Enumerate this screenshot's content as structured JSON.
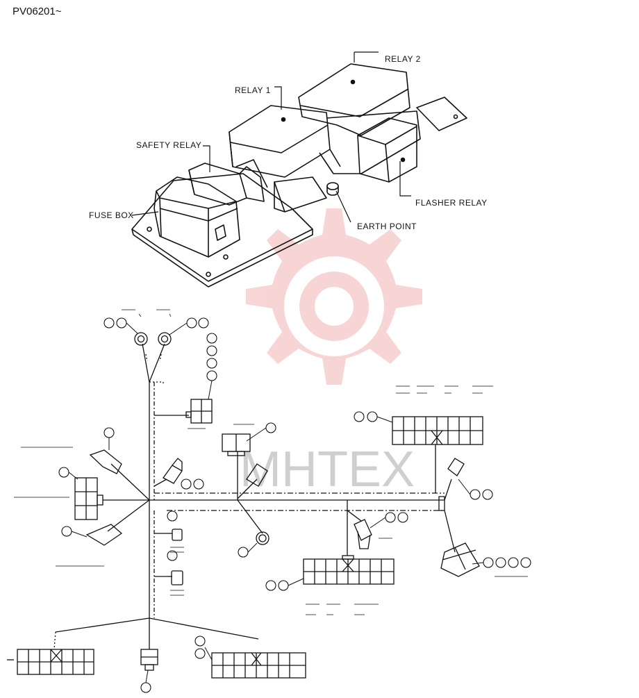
{
  "page": {
    "code": "PV06201~"
  },
  "components": {
    "relay_1": "RELAY 1",
    "relay_2": "RELAY 2",
    "safety_relay": "SAFETY RELAY",
    "fuse_box": "FUSE BOX",
    "flasher_relay": "FLASHER RELAY",
    "earth_point": "EARTH POINT"
  },
  "watermark": {
    "text": "MHTEX",
    "color": "#f2b8b8"
  },
  "colors": {
    "line": "#111111",
    "watermark_gear": "#f4c4c4"
  }
}
